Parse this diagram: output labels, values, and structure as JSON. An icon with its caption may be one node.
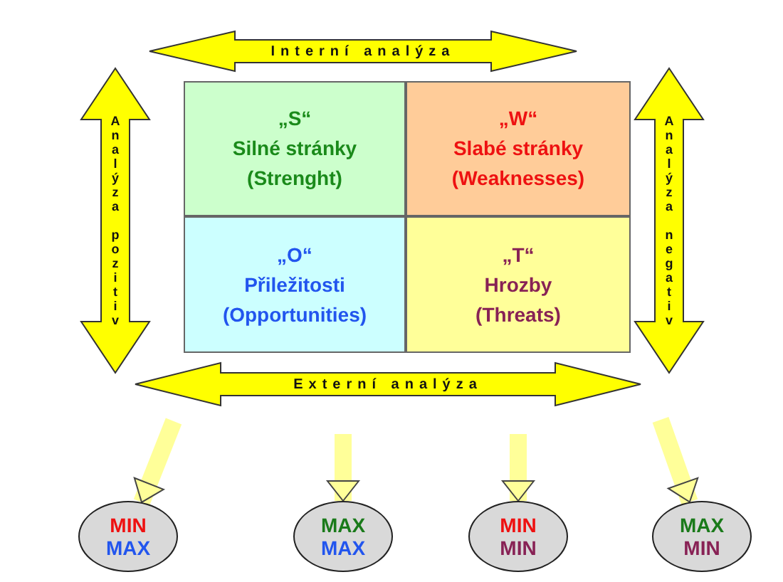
{
  "diagram": {
    "nodes": [
      {
        "text": [
          "„S“",
          "Silné stránky",
          "(Strenght)"
        ]
      },
      {
        "text": [
          "„W“",
          "Slabé stránky",
          "(Weaknesses)"
        ]
      },
      {
        "text": [
          "„O“",
          "Přiležitosti",
          "(Opportunities)"
        ]
      },
      {
        "text": [
          "„T“",
          "Hrozby",
          "(Threats)"
        ]
      },
      {
        "text": [
          "MIN",
          "MAX"
        ]
      },
      {
        "text": [
          "MAX",
          "MAX"
        ]
      },
      {
        "text": [
          "MIN",
          "MIN"
        ]
      },
      {
        "text": [
          "MAX",
          "MIN"
        ]
      }
    ],
    "edges": [
      {
        "from": null,
        "to": 4,
        "arrow": "to"
      },
      {
        "from": null,
        "to": 5,
        "arrow": "to"
      },
      {
        "from": null,
        "to": 6,
        "arrow": "to"
      },
      {
        "from": null,
        "to": 7,
        "arrow": "to"
      }
    ],
    "labels": [
      "Interní analýza",
      "Analýza pozitiv",
      "Analýza negativ",
      "Externí analýza"
    ]
  }
}
